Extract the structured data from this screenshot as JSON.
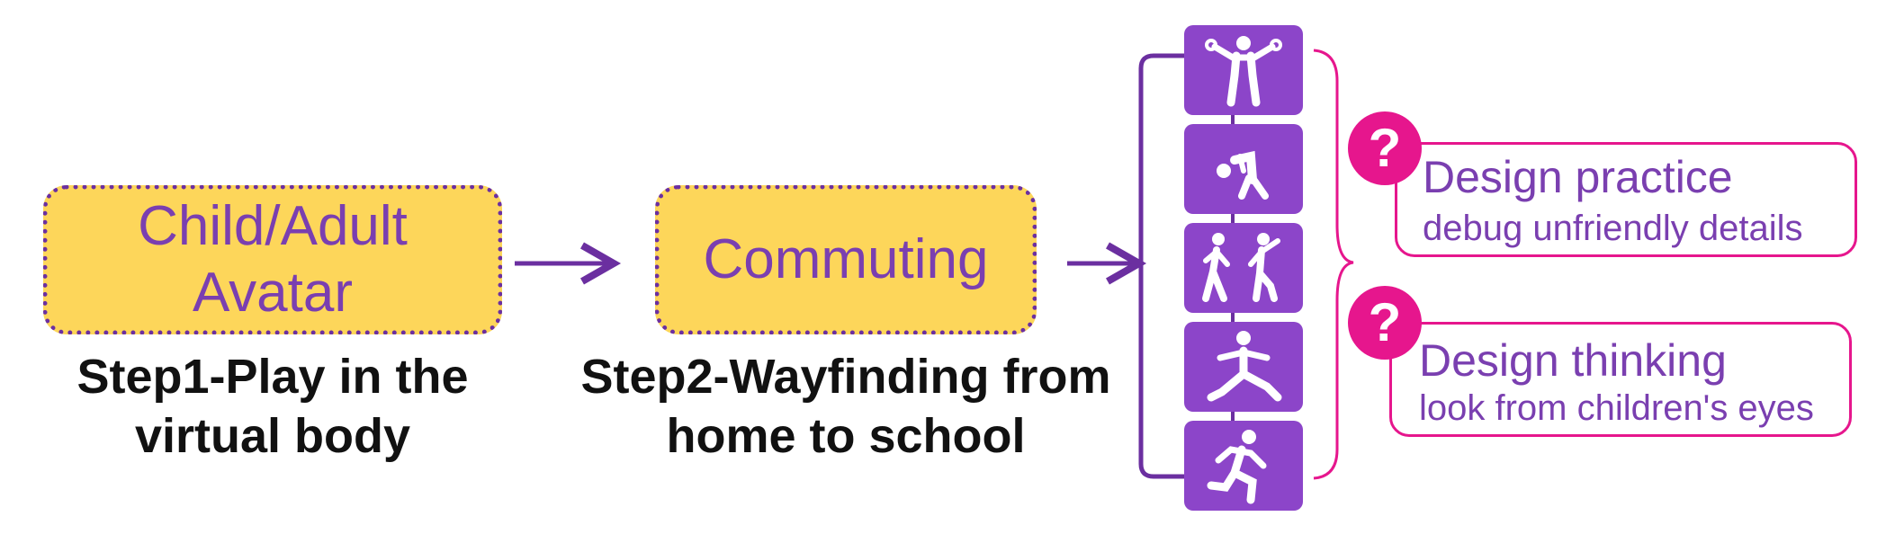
{
  "colors": {
    "box_fill": "#fdd65a",
    "box_border": "#6b2fa0",
    "purple_text": "#7a3fb0",
    "tile_fill": "#8c45c9",
    "magenta": "#e6168d"
  },
  "nodes": {
    "avatar": {
      "line1": "Child/Adult",
      "line2": "Avatar"
    },
    "commuting": {
      "label": "Commuting"
    }
  },
  "steps": {
    "step1": {
      "line1": "Step1-Play in the",
      "line2": "virtual body"
    },
    "step2": {
      "line1": "Step2-Wayfinding from",
      "line2": "home to school"
    }
  },
  "activities": [
    {
      "icon": "exercise-icon"
    },
    {
      "icon": "bending-person-icon"
    },
    {
      "icon": "two-people-icon"
    },
    {
      "icon": "lunging-person-icon"
    },
    {
      "icon": "running-person-icon"
    }
  ],
  "questions": [
    {
      "icon": "question-icon",
      "symbol": "?",
      "title": "Design practice",
      "subtitle": "debug unfriendly details"
    },
    {
      "icon": "question-icon",
      "symbol": "?",
      "title": "Design thinking",
      "subtitle": "look from children's eyes"
    }
  ]
}
